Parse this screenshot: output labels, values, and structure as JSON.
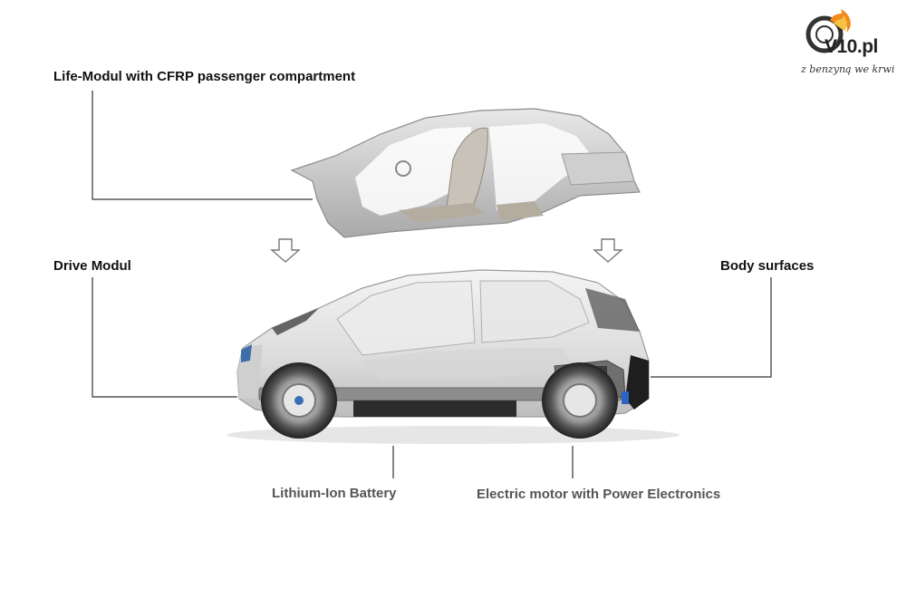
{
  "logo": {
    "brand": "V10.pl",
    "slogan": "z benzyną we krwi"
  },
  "labels": {
    "life_modul": "Life-Modul with CFRP passenger compartment",
    "drive_modul": "Drive Modul",
    "body_surfaces": "Body surfaces",
    "battery": "Lithium-Ion Battery",
    "motor": "Electric motor with Power Electronics"
  }
}
